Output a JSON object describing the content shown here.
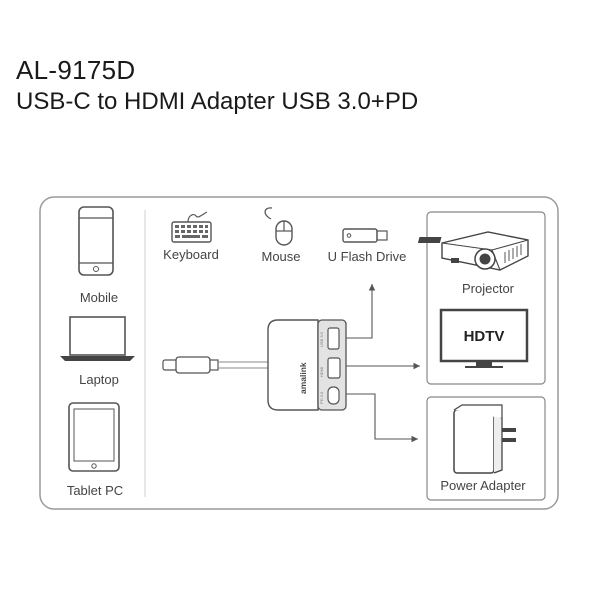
{
  "header": {
    "model": "AL-9175D",
    "title": "USB-C to HDMI Adapter USB 3.0+PD"
  },
  "sources": {
    "mobile": "Mobile",
    "laptop": "Laptop",
    "tablet": "Tablet PC"
  },
  "peripherals": {
    "keyboard": "Keyboard",
    "mouse": "Mouse",
    "flash_drive": "U Flash Drive"
  },
  "adapter": {
    "brand": "amalink",
    "port_usb": "USB 3.0",
    "port_hdmi": "HDMI",
    "port_pd": "PD 3.0"
  },
  "outputs": {
    "projector": "Projector",
    "hdtv": "HDTV",
    "power_adapter": "Power Adapter"
  }
}
